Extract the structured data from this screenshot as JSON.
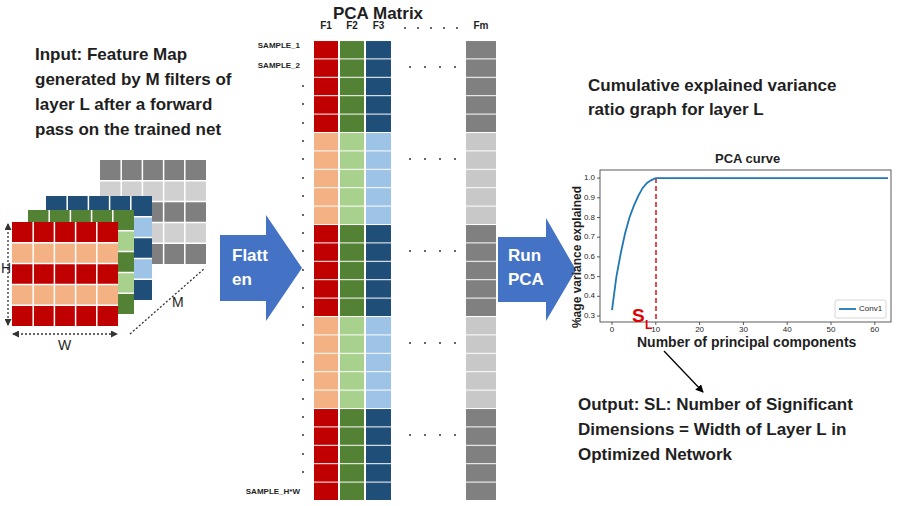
{
  "diagram": {
    "nodes": [
      {
        "text": [
          "Flatt en"
        ]
      },
      {
        "text": [
          "PCA Matrix"
        ]
      },
      {
        "text": [
          "Run PCA"
        ]
      },
      {
        "text": [
          "PCA curve"
        ]
      }
    ],
    "labels": [
      "Input: Feature Map generated by M filters of layer L after a forward pass on the trained net",
      "H",
      "W",
      "M",
      "F1",
      "F2",
      "F3",
      "Fm",
      "SAMPLE_1",
      "SAMPLE_2",
      "SAMPLE_H*W",
      "Cumulative explained variance ratio graph for layer L",
      "%age variance explained",
      "1.0",
      "0.9",
      "0.8",
      "0.7",
      "0.6",
      "0.5",
      "0.4",
      "0.3",
      "0",
      "10",
      "20",
      "30",
      "40",
      "50",
      "60",
      "Number of principal components",
      "S",
      "L",
      "Output: SL: Number of Significant Dimensions = Width of Layer L in Optimized Network"
    ],
    "legend": [
      {
        "text": "Conv1"
      }
    ]
  }
}
